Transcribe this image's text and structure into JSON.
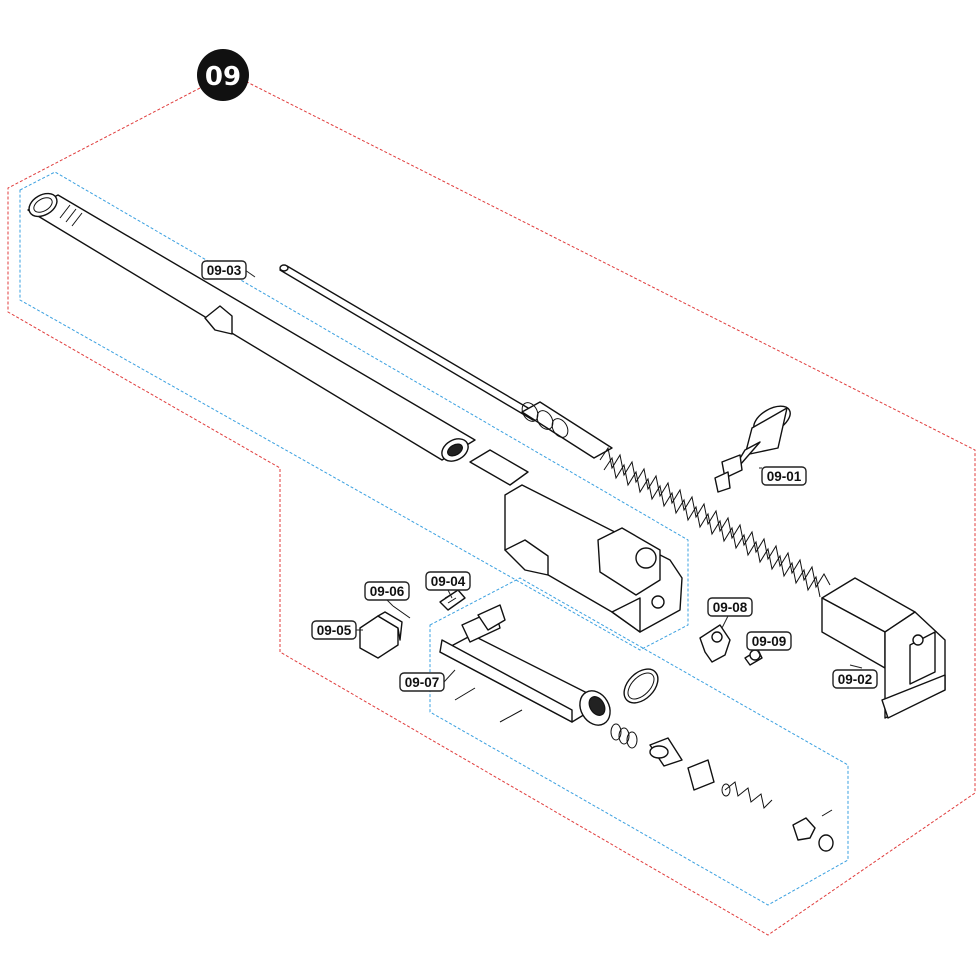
{
  "group_badge": "09",
  "callouts": [
    {
      "id": "p0901",
      "label": "09-01"
    },
    {
      "id": "p0902",
      "label": "09-02"
    },
    {
      "id": "p0903",
      "label": "09-03"
    },
    {
      "id": "p0904",
      "label": "09-04"
    },
    {
      "id": "p0905",
      "label": "09-05"
    },
    {
      "id": "p0906",
      "label": "09-06"
    },
    {
      "id": "p0907",
      "label": "09-07"
    },
    {
      "id": "p0908",
      "label": "09-08"
    },
    {
      "id": "p0909",
      "label": "09-09"
    }
  ],
  "colors": {
    "badge": "#111111",
    "outer_boundary": "#e03c3c",
    "inner_boundary": "#3aa0e0",
    "line_art": "#111111"
  }
}
